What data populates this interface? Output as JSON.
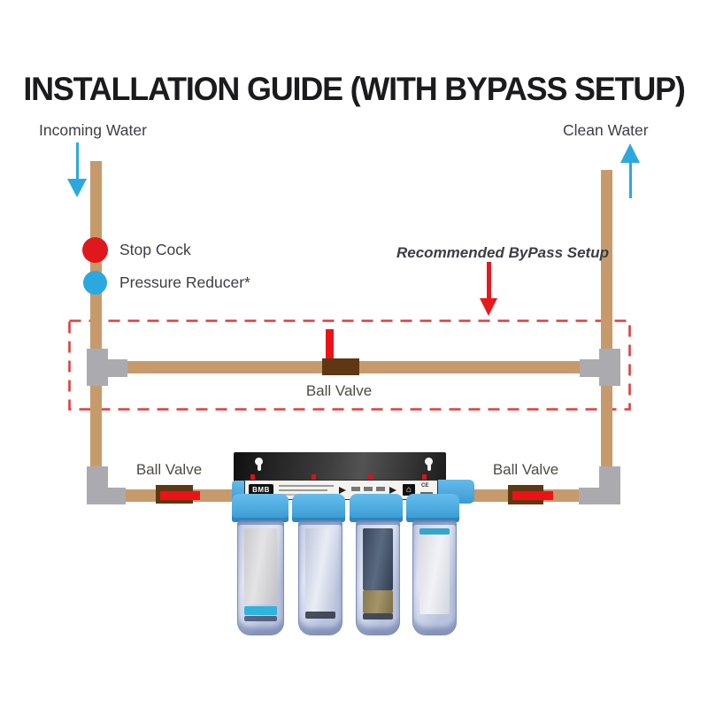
{
  "title": "INSTALLATION GUIDE (WITH BYPASS SETUP)",
  "flow": {
    "incoming_label": "Incoming Water",
    "clean_label": "Clean Water"
  },
  "components": {
    "stop_cock_label": "Stop Cock",
    "pressure_reducer_label": "Pressure Reducer*"
  },
  "bypass": {
    "note": "Recommended ByPass Setup",
    "valve_label": "Ball Valve"
  },
  "valves": {
    "inlet_label": "Ball Valve",
    "outlet_label": "Ball Valve"
  },
  "device": {
    "brand": "BMB",
    "ce_mark": "CE",
    "house_icon_glyph": "⌂",
    "stages": 4
  },
  "colors": {
    "pipe": "#c79a6b",
    "fitting_gray": "#ababaf",
    "arrow_blue": "#2ca8e0",
    "stop_cock_red": "#e0171d",
    "pressure_reducer_blue": "#2ca8e0",
    "bypass_dashed_red": "#e23b3b",
    "valve_body_brown": "#5f3712",
    "valve_handle_red": "#ec1218",
    "title_text": "#1b1b1d",
    "label_text": "#3d3d47",
    "filter_cap_blue": "#4aaade"
  }
}
